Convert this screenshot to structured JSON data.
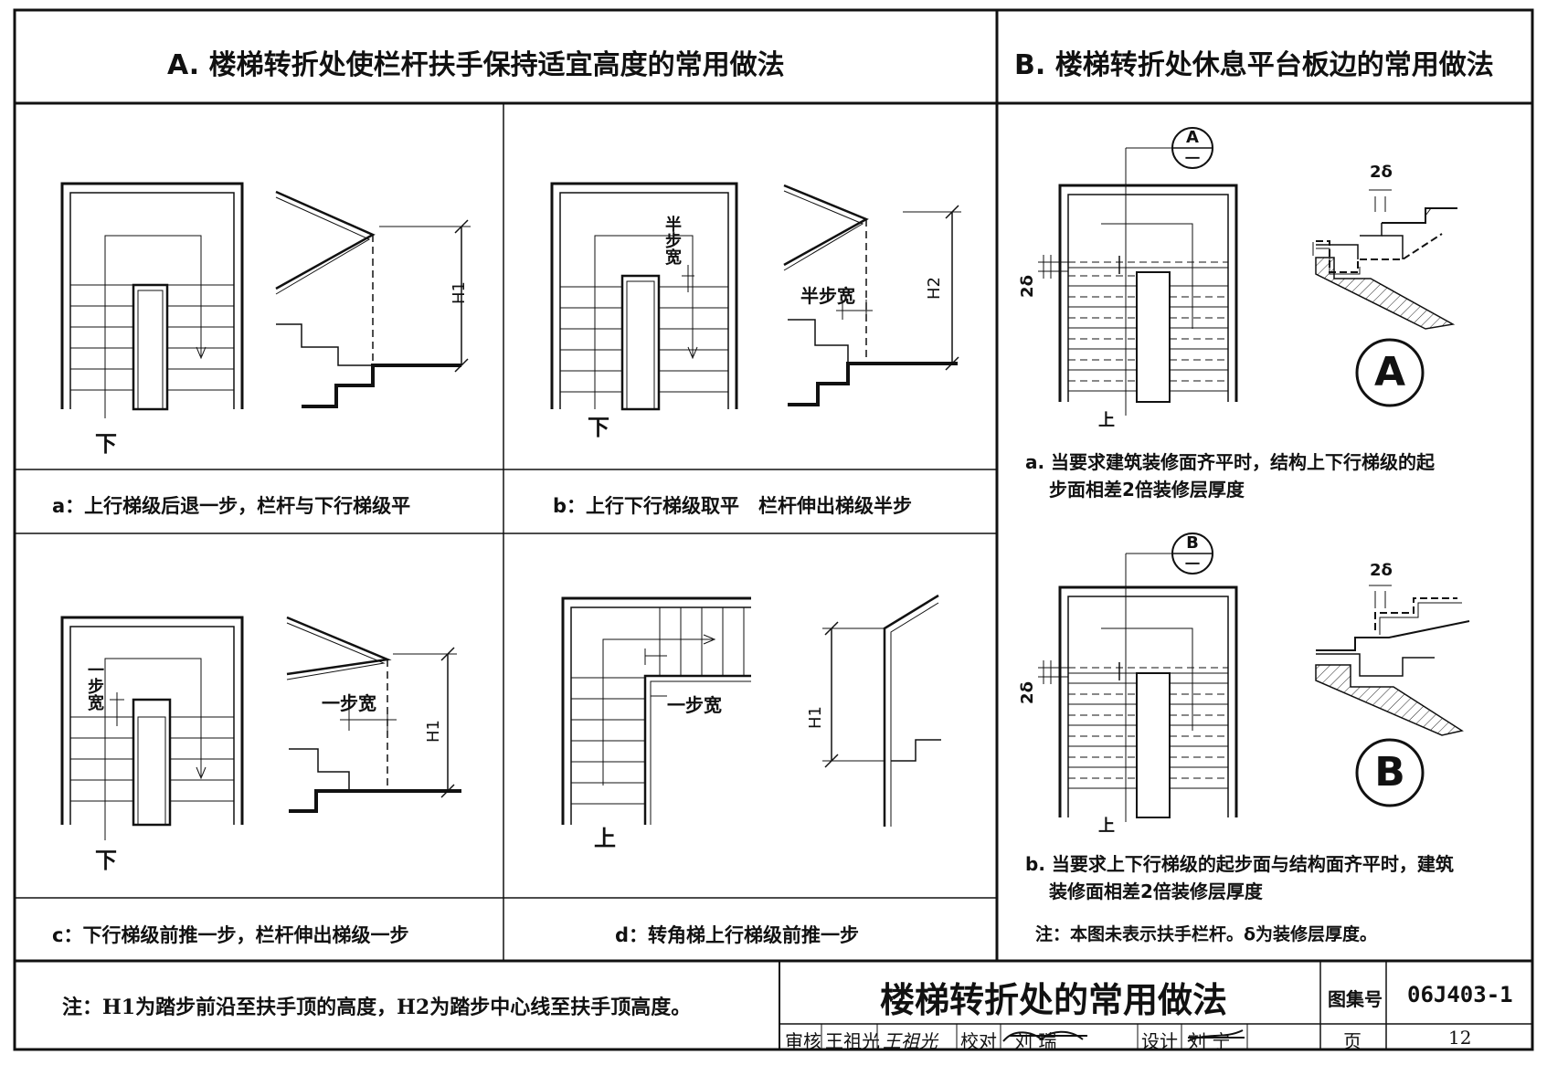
{
  "sections": {
    "A_title": "A. 楼梯转折处使栏杆扶手保持适宜高度的常用做法",
    "B_title": "B. 楼梯转折处休息平台板边的常用做法"
  },
  "panels": {
    "a": {
      "caption": "a：上行梯级后退一步，栏杆与下行梯级平",
      "down_label": "下",
      "dim_label": "H1"
    },
    "b": {
      "caption": "b：上行下行梯级取平　栏杆伸出梯级半步",
      "down_label": "下",
      "half_step_v": "半步宽",
      "half_step_h": "半步宽",
      "dim_label": "H2"
    },
    "c": {
      "caption": "c：下行梯级前推一步，栏杆伸出梯级一步",
      "down_label": "下",
      "one_step_v": "一步宽",
      "one_step_h": "一步宽",
      "dim_label": "H1"
    },
    "d": {
      "caption": "d：转角梯上行梯级前推一步",
      "up_label": "上",
      "one_step": "一步宽",
      "dim_label": "H1"
    }
  },
  "detailA": {
    "callout_top": "A",
    "callout_bottom": "一",
    "delta_side": "2δ",
    "delta_top": "2δ",
    "up_label": "上",
    "big_label": "A",
    "text_line1": "a. 当要求建筑装修面齐平时，结构上下行梯级的起",
    "text_line2": "步面相差2倍装修层厚度"
  },
  "detailB": {
    "callout_top": "B",
    "callout_bottom": "一",
    "delta_side": "2δ",
    "delta_top": "2δ",
    "up_label": "上",
    "big_label": "B",
    "text_line1": "b. 当要求上下行梯级的起步面与结构面齐平时，建筑",
    "text_line2": "装修面相差2倍装修层厚度"
  },
  "note_B": "注：本图未表示扶手栏杆。δ为装修层厚度。",
  "note_bottom": "注：H1为踏步前沿至扶手顶的高度，H2为踏步中心线至扶手顶高度。",
  "title_block": {
    "title": "楼梯转折处的常用做法",
    "atlas_label": "图集号",
    "atlas_code": "06J403-1",
    "review_label": "审核",
    "review_name": "王祖光",
    "review_sign": "王祖光",
    "check_label": "校对",
    "check_name": "刘 瑞",
    "design_label": "设计",
    "design_name": "刘 宁",
    "page_label": "页",
    "page_num": "12"
  }
}
